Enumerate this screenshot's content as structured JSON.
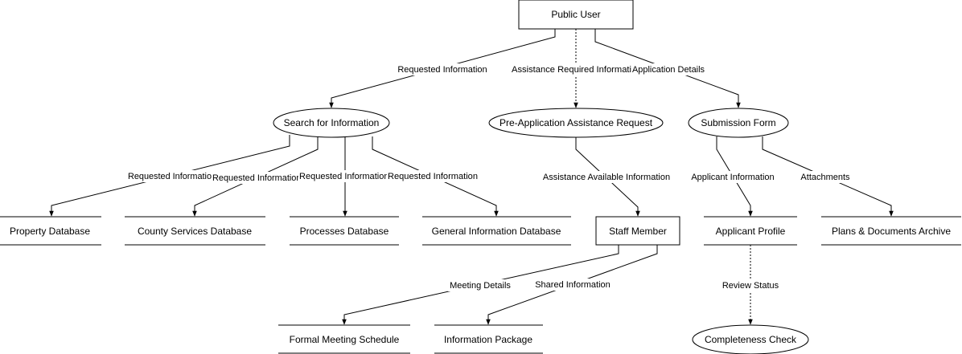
{
  "diagram": {
    "external_entities": {
      "public_user": "Public User",
      "staff_member": "Staff Member"
    },
    "processes": {
      "search_for_information": "Search for Information",
      "pre_application_assistance_request": "Pre-Application Assistance Request",
      "submission_form": "Submission Form",
      "completeness_check": "Completeness Check"
    },
    "data_stores": {
      "property_database": "Property Database",
      "county_services_database": "County Services Database",
      "processes_database": "Processes Database",
      "general_information_database": "General Information Database",
      "applicant_profile": "Applicant Profile",
      "plans_documents_archive": "Plans & Documents Archive",
      "formal_meeting_schedule": "Formal Meeting Schedule",
      "information_package": "Information Package"
    },
    "flows": {
      "user_to_search": "Requested Information",
      "user_to_preapp": "Assistance Required Informati",
      "user_to_submission": "Application Details",
      "search_to_property": "Requested Informatio",
      "search_to_county": "Requested Informatior",
      "search_to_processes": "Requested Informatior",
      "search_to_general": "Requested Information",
      "preapp_to_staff": "Assistance Available Information",
      "submission_to_profile": "Applicant Information",
      "submission_to_archive": "Attachments",
      "staff_to_meeting": "Meeting Details",
      "staff_to_package": "Shared Information",
      "profile_to_check": "Review Status"
    }
  }
}
